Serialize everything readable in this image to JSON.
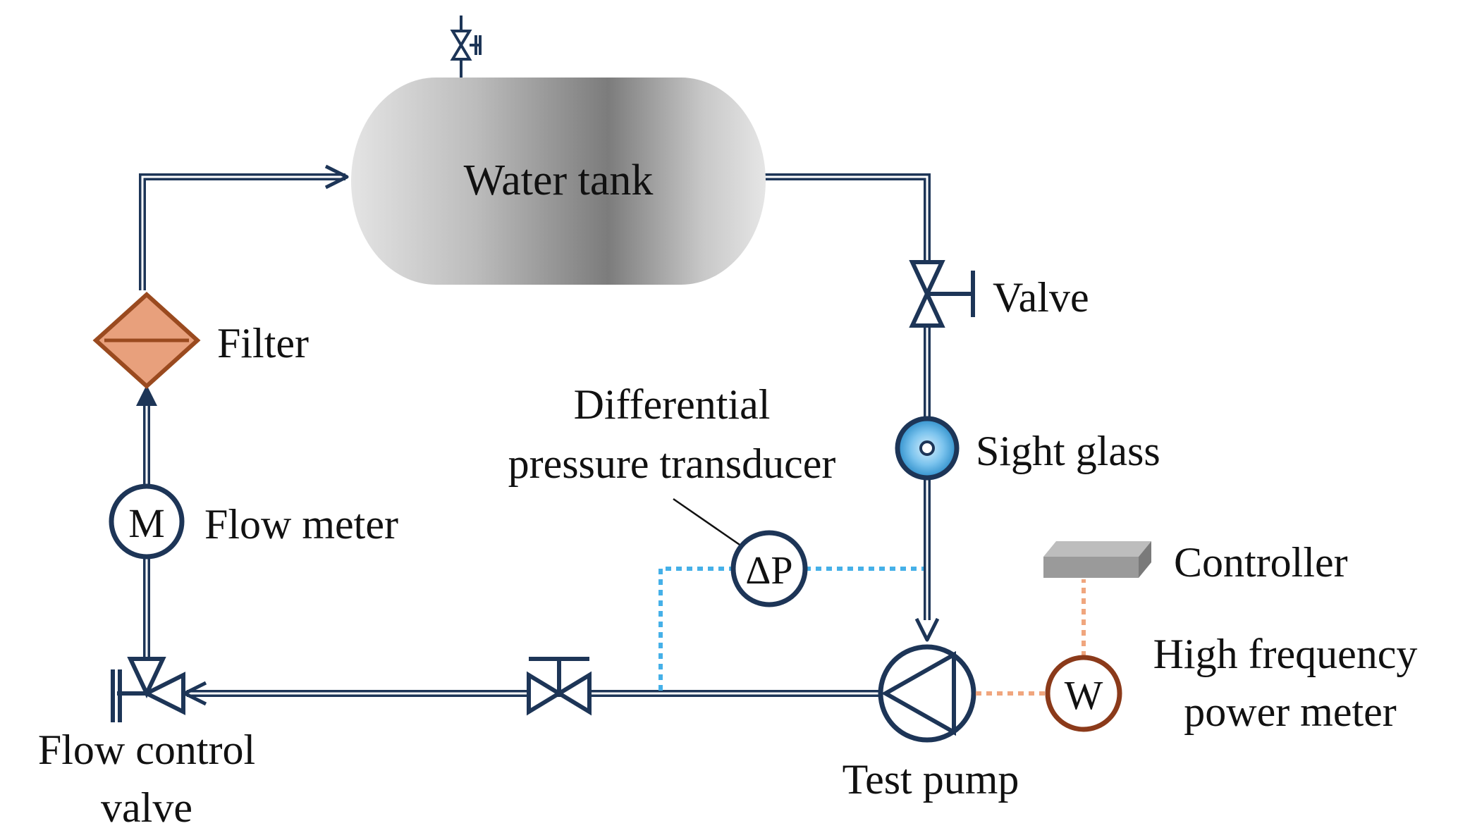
{
  "labels": {
    "water_tank": "Water tank",
    "valve": "Valve",
    "filter": "Filter",
    "sight_glass": "Sight glass",
    "flow_meter": "Flow meter",
    "dp_line1": "Differential",
    "dp_line2": "pressure transducer",
    "controller": "Controller",
    "power_meter_line1": "High frequency",
    "power_meter_line2": "power meter",
    "test_pump": "Test pump",
    "flow_control_line1": "Flow control",
    "flow_control_line2": "valve"
  },
  "symbols": {
    "flow_meter": "M",
    "dp_transducer": "ΔP",
    "power_meter": "W"
  },
  "colors": {
    "pipe": "#1d3557",
    "filter_fill": "#e8a07c",
    "filter_stroke": "#9a4a1f",
    "sight_glass": "#3ea0d8",
    "dp_signal": "#45b0e8",
    "power_signal": "#f0a67e",
    "power_meter_stroke": "#8b3a1a",
    "controller": "#9a9a9a"
  }
}
